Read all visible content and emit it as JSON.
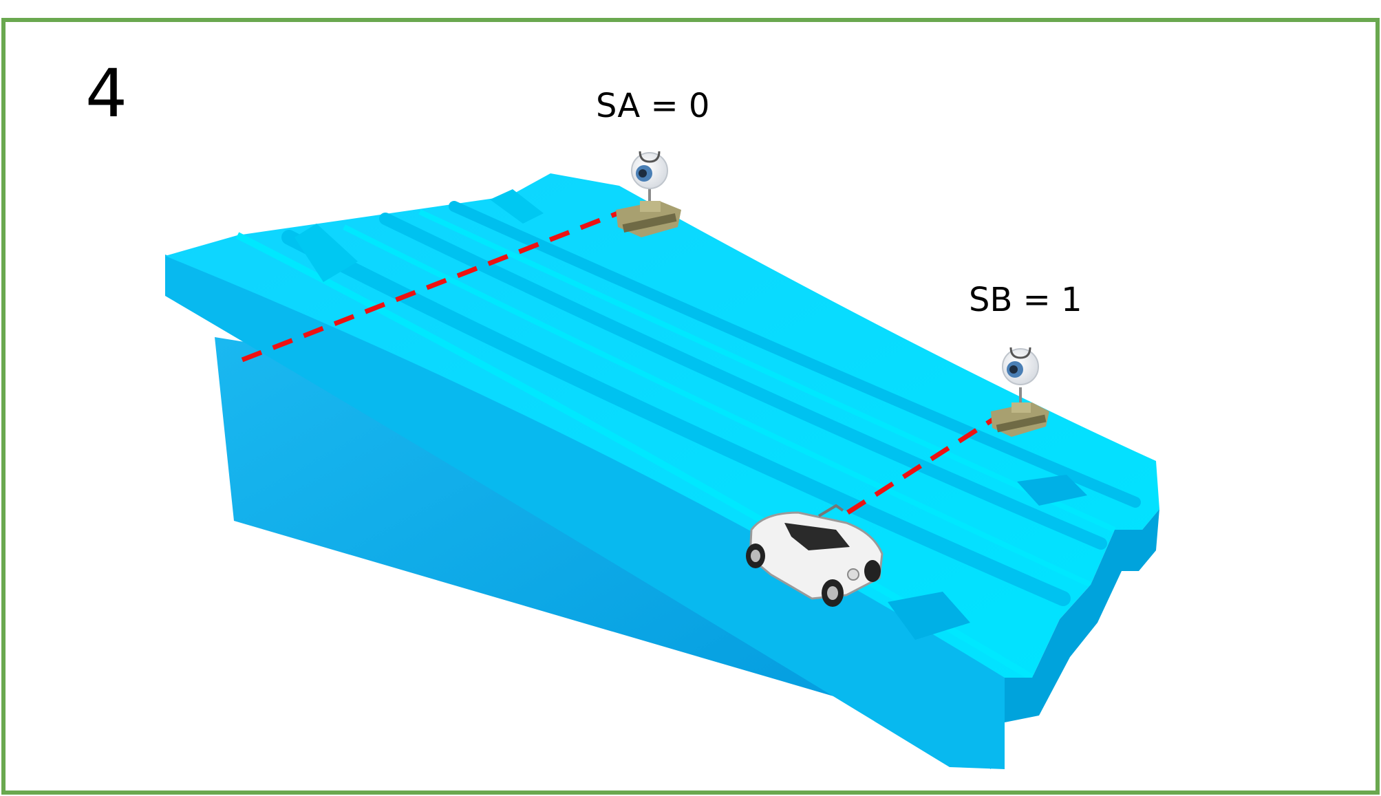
{
  "step_number": "4",
  "sensors": {
    "a": {
      "label": "SA = 0"
    },
    "b": {
      "label": "SB = 1"
    }
  },
  "colors": {
    "border": "#6aa84f",
    "track_top": "#00e0ff",
    "track_side": "#00a8e8",
    "beam": "#ee1111"
  },
  "icons": [
    "eye-sensor-icon",
    "tank-robot-icon",
    "convertible-car-icon"
  ]
}
